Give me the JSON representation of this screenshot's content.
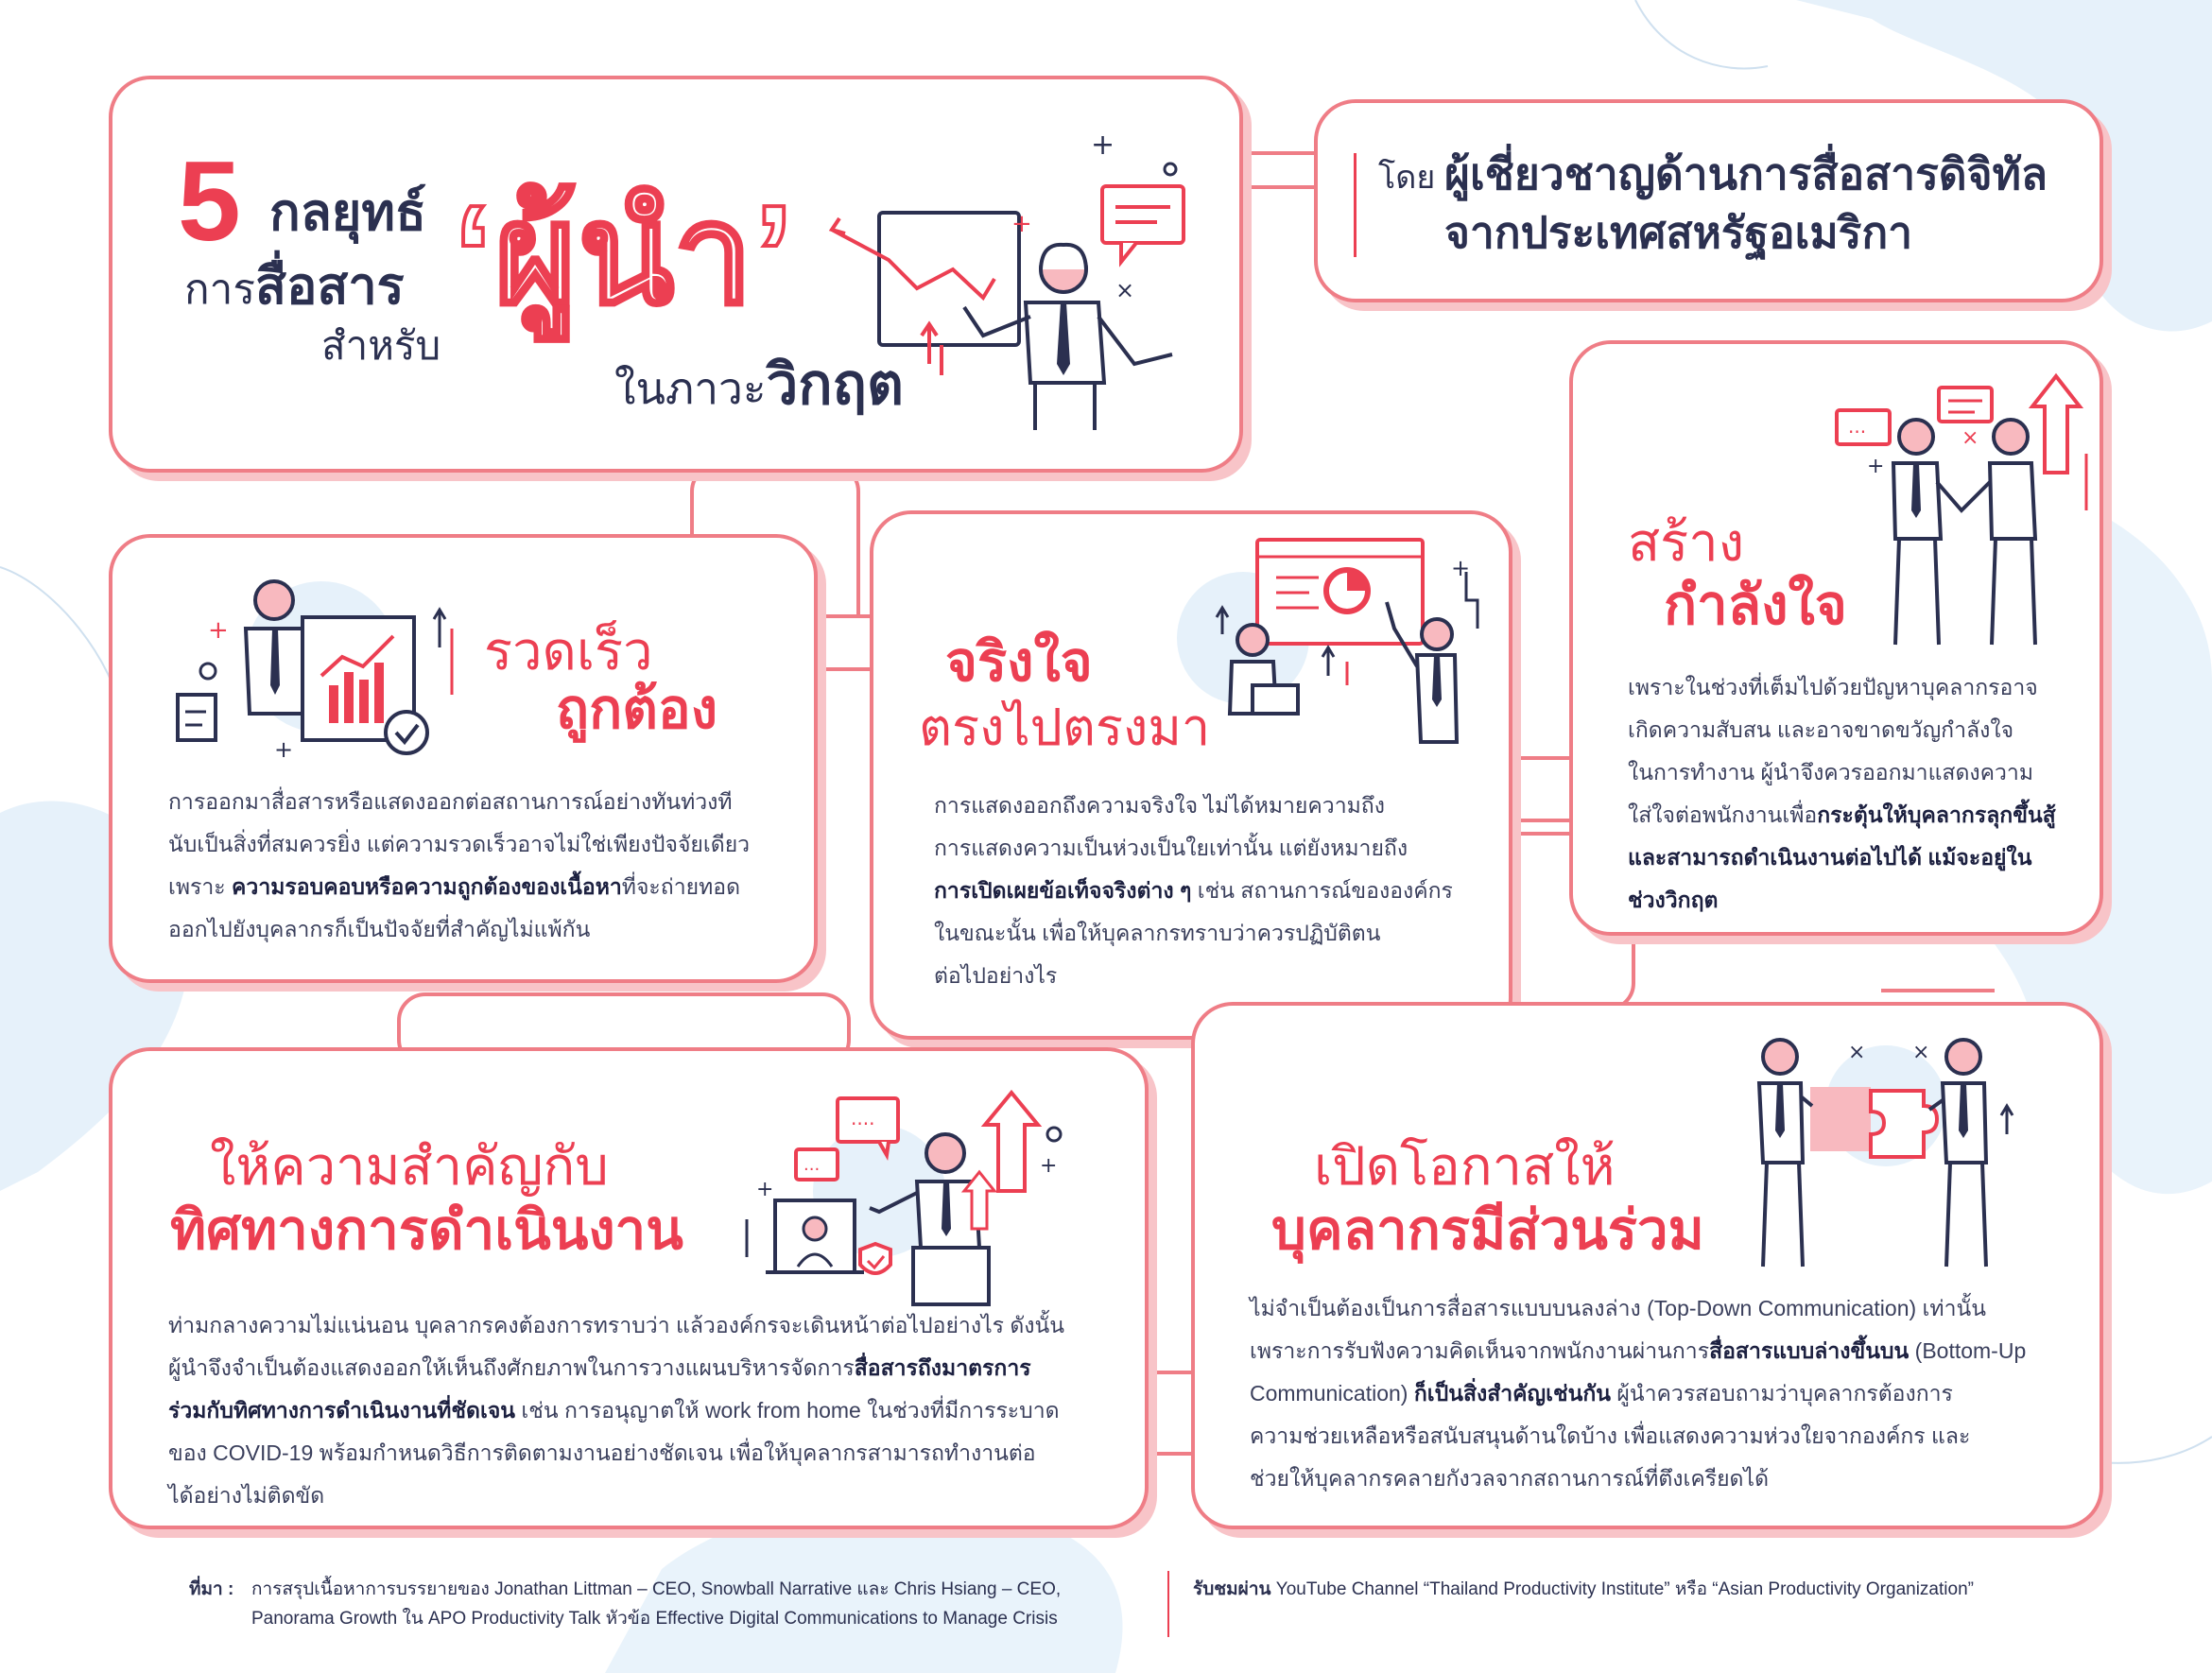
{
  "header": {
    "number": "5",
    "line1": "กลยุทธ์",
    "line2_a": "การ",
    "line2_b": "สื่อสาร",
    "line3": "สำหรับ",
    "leader": "‘ผู้นำ’",
    "crisis_a": "ในภาวะ",
    "crisis_b": "วิกฤต"
  },
  "byline": {
    "prefix": "โดย",
    "line1": "ผู้เชี่ยวชาญด้านการสื่อสารดิจิทัล",
    "line2": "จากประเทศสหรัฐอเมริกา"
  },
  "sections": {
    "fast": {
      "title_a": "รวดเร็ว",
      "title_b": "ถูกต้อง",
      "p1": "การออกมาสื่อสารหรือแสดงออกต่อสถานการณ์อย่างทันท่วงที",
      "p2": "นับเป็นสิ่งที่สมควรยิ่ง แต่ความรวดเร็วอาจไม่ใช่เพียงปัจจัยเดียว",
      "p3_a": "เพราะ ",
      "p3_b": "ความรอบคอบหรือความถูกต้องของเนื้อหา",
      "p3_c": "ที่จะถ่ายทอด",
      "p4": "ออกไปยังบุคลากรก็เป็นปัจจัยที่สำคัญไม่แพ้กัน"
    },
    "sincere": {
      "title_a": "จริงใจ",
      "title_b": "ตรงไปตรงมา",
      "p1": "การแสดงออกถึงความจริงใจ ไม่ได้หมายความถึง",
      "p2": "การแสดงความเป็นห่วงเป็นใยเท่านั้น แต่ยังหมายถึง",
      "p3_a": "การเปิดเผยข้อเท็จจริงต่าง ๆ",
      "p3_b": " เช่น สถานการณ์ขององค์กร",
      "p4": "ในขณะนั้น เพื่อให้บุคลากรทราบว่าควรปฏิบัติตน",
      "p5": "ต่อไปอย่างไร"
    },
    "morale": {
      "title_a": "สร้าง",
      "title_b": "กำลังใจ",
      "p1": "เพราะในช่วงที่เต็มไปด้วยปัญหาบุคลากรอาจ",
      "p2": "เกิดความสับสน และอาจขาดขวัญกำลังใจ",
      "p3": "ในการทำงาน ผู้นำจึงควรออกมาแสดงความ",
      "p4_a": "ใส่ใจต่อพนักงานเพื่อ",
      "p4_b": "กระตุ้นให้บุคลากรลุกขึ้นสู้",
      "p5": "และสามารถดำเนินงานต่อไปได้ แม้จะอยู่ใน",
      "p6": "ช่วงวิกฤต"
    },
    "direction": {
      "title_a": "ให้ความสำคัญกับ",
      "title_b": "ทิศทางการดำเนินงาน",
      "p1": "ท่ามกลางความไม่แน่นอน บุคลากรคงต้องการทราบว่า แล้วองค์กรจะเดินหน้าต่อไปอย่างไร ดังนั้น",
      "p2_a": "ผู้นำจึงจำเป็นต้องแสดงออกให้เห็นถึงศักยภาพในการวางแผนบริหารจัดการ",
      "p2_b": "สื่อสารถึงมาตรการ",
      "p3_a": "ร่วมกับทิศทางการดำเนินงานที่ชัดเจน",
      "p3_b": " เช่น การอนุญาตให้ work from home ในช่วงที่มีการระบาด",
      "p4": "ของ COVID-19 พร้อมกำหนดวิธีการติดตามงานอย่างชัดเจน เพื่อให้บุคลากรสามารถทำงานต่อ",
      "p5": "ได้อย่างไม่ติดขัด"
    },
    "participation": {
      "title_a": "เปิดโอกาสให้",
      "title_b": "บุคลากรมีส่วนร่วม",
      "p1": "ไม่จำเป็นต้องเป็นการสื่อสารแบบบนลงล่าง (Top-Down Communication) เท่านั้น",
      "p2_a": "เพราะการรับฟังความคิดเห็นจากพนักงานผ่านการ",
      "p2_b": "สื่อสารแบบล่างขึ้นบน",
      "p2_c": " (Bottom-Up",
      "p3_a": "Communication) ",
      "p3_b": "ก็เป็นสิ่งสำคัญเช่นกัน",
      "p3_c": " ผู้นำควรสอบถามว่าบุคลากรต้องการ",
      "p4": "ความช่วยเหลือหรือสนับสนุนด้านใดบ้าง เพื่อแสดงความห่วงใยจากองค์กร และ",
      "p5": "ช่วยให้บุคลากรคลายกังวลจากสถานการณ์ที่ตึงเครียดได้"
    }
  },
  "footer": {
    "source_label": "ที่มา :",
    "source_1": "การสรุปเนื้อหาการบรรยายของ Jonathan Littman – CEO, Snowball Narrative และ Chris Hsiang – CEO,",
    "source_2": "Panorama Growth ใน APO Productivity Talk หัวข้อ Effective Digital Communications to Manage Crisis",
    "watch_label": "รับชมผ่าน",
    "watch_text": " YouTube Channel “Thailand Productivity Institute” หรือ “Asian Productivity Organization”"
  },
  "colors": {
    "accent": "#ec3f52",
    "border": "#ef7d86",
    "navy": "#2b3050",
    "blob": "#e6f1fa"
  }
}
